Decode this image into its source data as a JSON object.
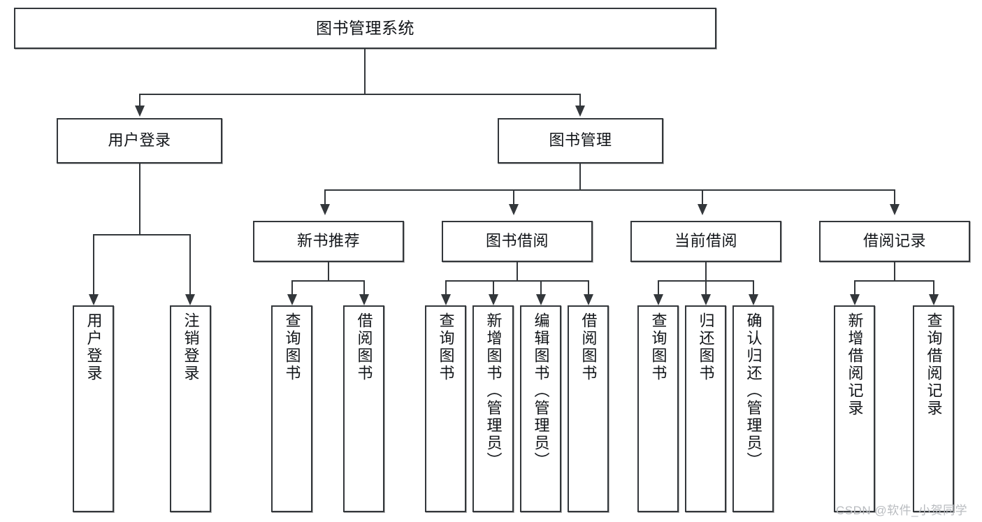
{
  "diagram": {
    "title": "图书管理系统",
    "type": "hierarchy-tree",
    "root": {
      "label": "图书管理系统"
    },
    "level2": [
      {
        "label": "用户登录"
      },
      {
        "label": "图书管理"
      }
    ],
    "level3": [
      {
        "label": "新书推荐"
      },
      {
        "label": "图书借阅"
      },
      {
        "label": "当前借阅"
      },
      {
        "label": "借阅记录"
      }
    ],
    "leaves": {
      "user_login": [
        {
          "label": "用户登录"
        },
        {
          "label": "注销登录"
        }
      ],
      "new_book_recommend": [
        {
          "label": "查询图书"
        },
        {
          "label": "借阅图书"
        }
      ],
      "book_borrow": [
        {
          "label": "查询图书"
        },
        {
          "label": "新增图书（管理员）"
        },
        {
          "label": "编辑图书（管理员）"
        },
        {
          "label": "借阅图书"
        }
      ],
      "current_borrow": [
        {
          "label": "查询图书"
        },
        {
          "label": "归还图书"
        },
        {
          "label": "确认归还（管理员）"
        }
      ],
      "borrow_record": [
        {
          "label": "新增借阅记录"
        },
        {
          "label": "查询借阅记录"
        }
      ]
    }
  },
  "watermark": {
    "text": "CSDN @软件_小贺同学"
  },
  "colors": {
    "stroke": "#33373b",
    "text": "#111418",
    "background": "#ffffff",
    "watermark": "#b9bcc0"
  }
}
